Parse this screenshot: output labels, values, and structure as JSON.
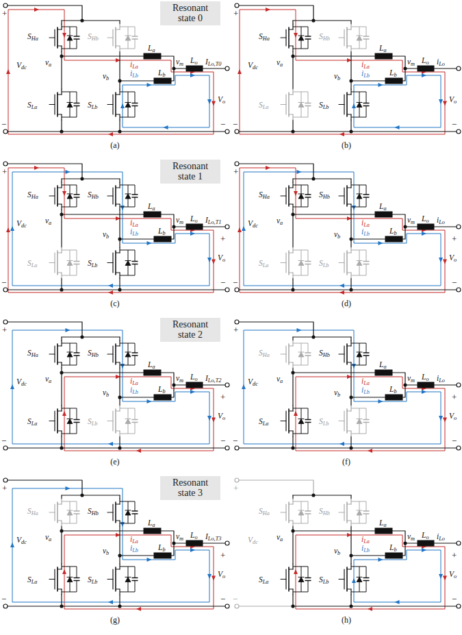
{
  "diagram": {
    "nodes": [
      {
        "text": [
          "Resonant state 0"
        ]
      },
      {
        "text": [
          "Resonant state 1"
        ]
      },
      {
        "text": [
          "Resonant state 2"
        ]
      },
      {
        "text": [
          "Resonant state 3"
        ]
      }
    ],
    "labels": [
      "+",
      "−",
      "Vdc",
      "SHa",
      "SHb",
      "SLa",
      "SLb",
      "va",
      "vb",
      "La",
      "Lb",
      "iLa",
      "iLb",
      "vm",
      "Lo",
      "ILo,T0",
      "Vo",
      "−",
      "(a)",
      "+",
      "−",
      "Vdc",
      "SHa",
      "SHb",
      "SLa",
      "SLb",
      "va",
      "vb",
      "La",
      "Lb",
      "iLa",
      "iLb",
      "vm",
      "Lo",
      "iLo",
      "Vo",
      "−",
      "(b)",
      "+",
      "−",
      "Vdc",
      "SHa",
      "SHb",
      "SLa",
      "SLb",
      "va",
      "vb",
      "La",
      "Lb",
      "iLa",
      "iLb",
      "vm",
      "Lo",
      "ILo,T1",
      "Vo",
      "+",
      "−",
      "(c)",
      "+",
      "−",
      "Vdc",
      "SHa",
      "SHb",
      "SLa",
      "SLb",
      "va",
      "vb",
      "La",
      "Lb",
      "iLa",
      "iLb",
      "vm",
      "Lo",
      "iLo",
      "Vo",
      "+",
      "−",
      "(d)",
      "+",
      "−",
      "Vdc",
      "SHa",
      "SHb",
      "SLa",
      "SLb",
      "va",
      "vb",
      "La",
      "Lb",
      "iLa",
      "iLb",
      "vm",
      "Lo",
      "ILo,T2",
      "Vo",
      "+",
      "−",
      "(e)",
      "+",
      "−",
      "Vdc",
      "SHa",
      "SHb",
      "SLa",
      "SLb",
      "va",
      "vb",
      "La",
      "Lb",
      "iLa",
      "iLb",
      "vm",
      "Lo",
      "iLo",
      "Vo",
      "+",
      "−",
      "(f)",
      "+",
      "−",
      "Vdc",
      "SHa",
      "SHb",
      "SLa",
      "SLb",
      "va",
      "vb",
      "La",
      "Lb",
      "iLa",
      "iLb",
      "vm",
      "Lo",
      "ILo,T3",
      "Vo",
      "+",
      "−",
      "(g)",
      "+",
      "−",
      "Vdc",
      "SHa",
      "SHb",
      "SLa",
      "SLb",
      "va",
      "vb",
      "La",
      "Lb",
      "iLa",
      "iLb",
      "vm",
      "Lo",
      "iLo",
      "Vo",
      "+",
      "−",
      "(h)"
    ]
  }
}
